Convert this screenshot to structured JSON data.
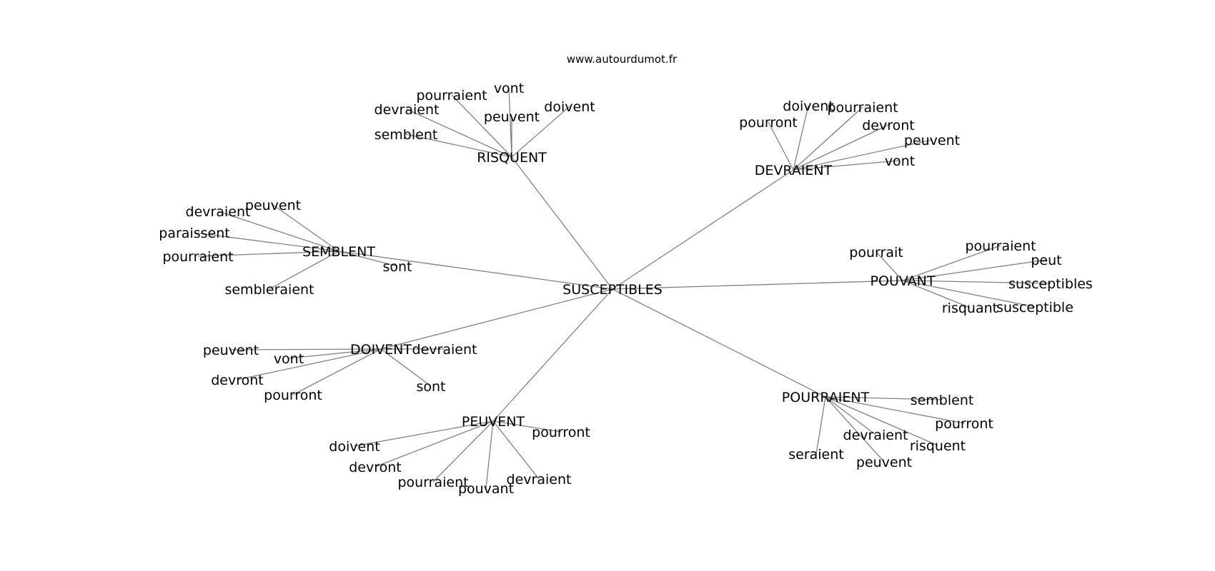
{
  "source": "www.autourdumot.fr",
  "center": "SUSCEPTIBLES",
  "clusters": [
    {
      "hub": "RISQUENT",
      "leaves": [
        "pourraient",
        "vont",
        "devraient",
        "peuvent",
        "doivent",
        "semblent"
      ]
    },
    {
      "hub": "DEVRAIENT",
      "leaves": [
        "doivent",
        "pourraient",
        "pourront",
        "devront",
        "peuvent",
        "vont"
      ]
    },
    {
      "hub": "SEMBLENT",
      "leaves": [
        "devraient",
        "peuvent",
        "paraissent",
        "pourraient",
        "sont",
        "sembleraient"
      ]
    },
    {
      "hub": "POUVANT",
      "leaves": [
        "pourrait",
        "pourraient",
        "peut",
        "susceptibles",
        "risquant",
        "susceptible"
      ]
    },
    {
      "hub": "DOIVENT",
      "leaves": [
        "devraient",
        "peuvent",
        "vont",
        "devront",
        "pourront",
        "sont"
      ]
    },
    {
      "hub": "PEUVENT",
      "leaves": [
        "pourront",
        "doivent",
        "devront",
        "pourraient",
        "pouvant",
        "devraient"
      ]
    },
    {
      "hub": "POURRAIENT",
      "leaves": [
        "semblent",
        "pourront",
        "devraient",
        "risquent",
        "seraient",
        "peuvent"
      ]
    }
  ]
}
